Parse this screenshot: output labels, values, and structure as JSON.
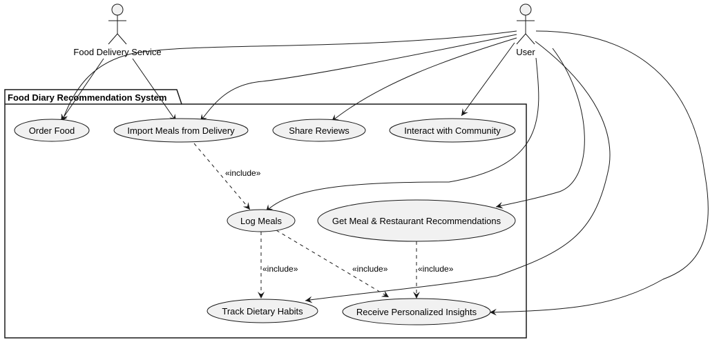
{
  "diagram": {
    "system_title": "Food Diary Recommendation System",
    "actors": {
      "food_delivery_service": "Food Delivery Service",
      "user": "User"
    },
    "use_cases": {
      "order_food": "Order Food",
      "import_meals": "Import Meals from Delivery",
      "share_reviews": "Share Reviews",
      "interact_community": "Interact with Community",
      "log_meals": "Log Meals",
      "get_recommendations": "Get Meal & Restaurant Recommendations",
      "track_habits": "Track Dietary Habits",
      "receive_insights": "Receive Personalized Insights"
    },
    "relationships": {
      "include_label": "«include»"
    },
    "colors": {
      "usecase_fill": "#f1f1f1",
      "stroke": "#181818",
      "background": "#ffffff"
    }
  }
}
